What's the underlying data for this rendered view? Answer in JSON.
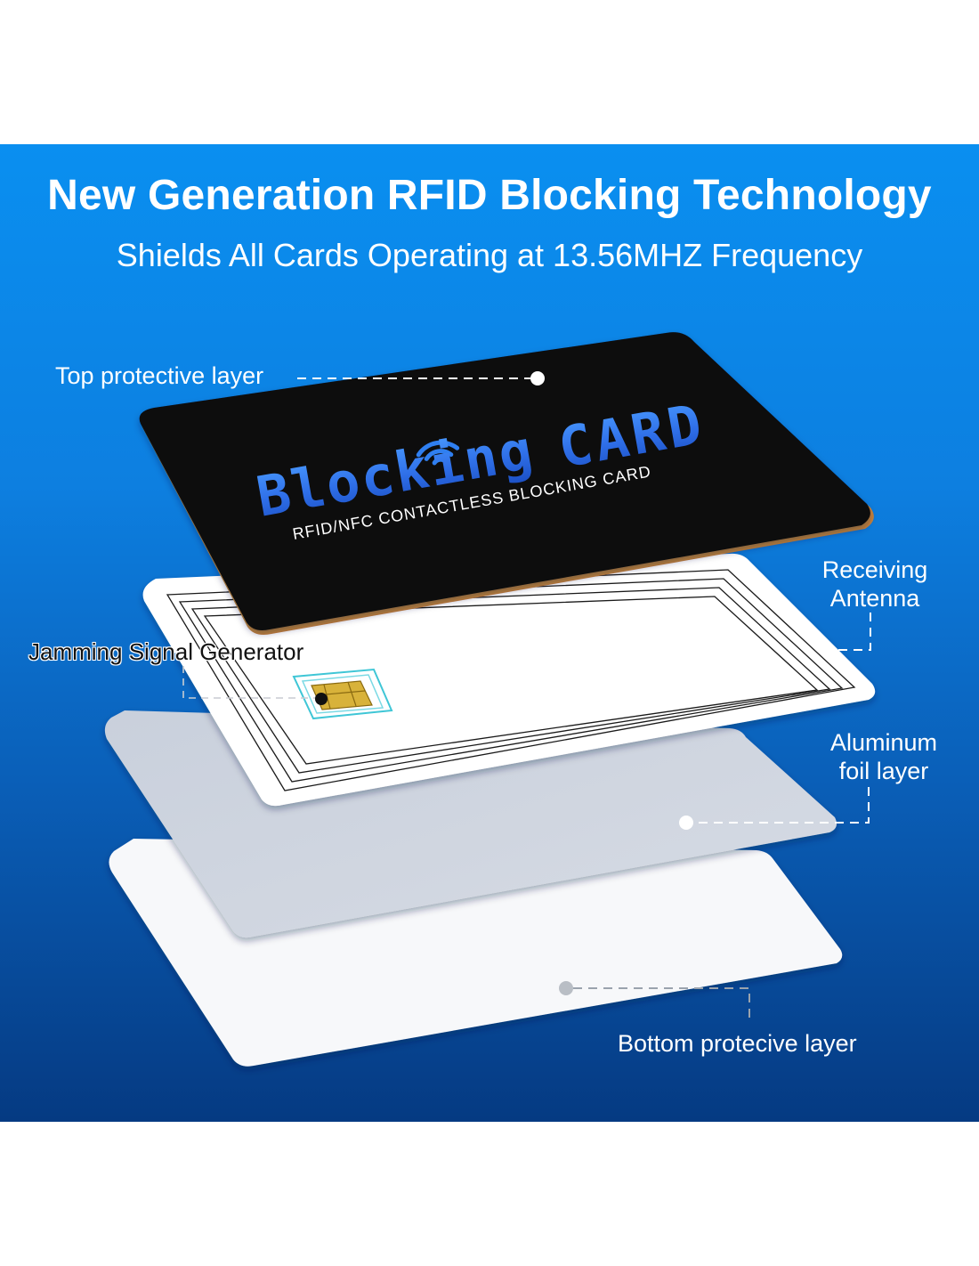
{
  "header": {
    "title": "New Generation RFID Blocking Technology",
    "subtitle": "Shields All Cards Operating at 13.56MHZ Frequency"
  },
  "card": {
    "brand_word_1": "Blocking",
    "brand_word_2": "CARD",
    "tagline": "RFID/NFC CONTACTLESS BLOCKING CARD"
  },
  "layers": {
    "top": "Top protective layer",
    "antenna_line1": "Receiving",
    "antenna_line2": "Antenna",
    "jamming": "Jamming Signal Generator",
    "foil_line1": "Aluminum",
    "foil_line2": "foil layer",
    "bottom": "Bottom protecive layer"
  },
  "colors": {
    "panel_top": "#0a8ff0",
    "panel_bottom": "#053a82",
    "card_black": "#0b0b0b",
    "brand_blue": "#2f7ff0",
    "foil_gray": "#cdd3de",
    "chip_gold": "#d8b23a"
  },
  "icons": {
    "wifi": "wifi-signal-icon",
    "chip": "smart-chip-icon"
  }
}
